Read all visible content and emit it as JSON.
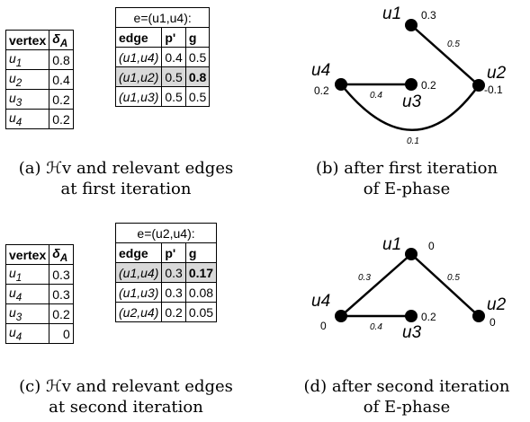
{
  "panel_a": {
    "vertex_table": {
      "headers": [
        "vertex",
        "δ",
        "A"
      ],
      "rows": [
        {
          "vertex": "u",
          "sub": "1",
          "delta": "0.8"
        },
        {
          "vertex": "u",
          "sub": "2",
          "delta": "0.4"
        },
        {
          "vertex": "u",
          "sub": "3",
          "delta": "0.2"
        },
        {
          "vertex": "u",
          "sub": "4",
          "delta": "0.2"
        }
      ]
    },
    "edge_table": {
      "title": "e=(u1,u4):",
      "headers": [
        "edge",
        "p'",
        "g"
      ],
      "rows": [
        {
          "edge": "(u1,u4)",
          "p": "0.4",
          "g": "0.5",
          "highlight": false
        },
        {
          "edge": "(u1,u2)",
          "p": "0.5",
          "g": "0.8",
          "highlight": true
        },
        {
          "edge": "(u1,u3)",
          "p": "0.5",
          "g": "0.5",
          "highlight": false
        }
      ]
    },
    "caption_line1": "(a) ℋv and relevant edges",
    "caption_line2": "at first iteration"
  },
  "panel_b": {
    "nodes": [
      {
        "label": "u1",
        "value": "0.3"
      },
      {
        "label": "u2",
        "value": "-0.1"
      },
      {
        "label": "u3",
        "value": "0.2"
      },
      {
        "label": "u4",
        "value": "0.2"
      }
    ],
    "edges": [
      {
        "from": "u1",
        "to": "u2",
        "weight": "0.5"
      },
      {
        "from": "u4",
        "to": "u3",
        "weight": "0.4"
      },
      {
        "from": "u4",
        "to": "u2",
        "weight": "0.1"
      }
    ],
    "caption_line1": "(b) after first iteration",
    "caption_line2": "of E-phase"
  },
  "panel_c": {
    "vertex_table": {
      "headers": [
        "vertex",
        "δ",
        "A"
      ],
      "rows": [
        {
          "vertex": "u",
          "sub": "1",
          "delta": "0.3"
        },
        {
          "vertex": "u",
          "sub": "4",
          "delta": "0.3"
        },
        {
          "vertex": "u",
          "sub": "3",
          "delta": "0.2"
        },
        {
          "vertex": "u",
          "sub": "4",
          "delta": "0"
        }
      ]
    },
    "edge_table": {
      "title": "e=(u2,u4):",
      "headers": [
        "edge",
        "p'",
        "g"
      ],
      "rows": [
        {
          "edge": "(u1,u4)",
          "p": "0.3",
          "g": "0.17",
          "highlight": true
        },
        {
          "edge": "(u1,u3)",
          "p": "0.3",
          "g": "0.08",
          "highlight": false
        },
        {
          "edge": "(u2,u4)",
          "p": "0.2",
          "g": "0.05",
          "highlight": false
        }
      ]
    },
    "caption_line1": "(c) ℋv and relevant edges",
    "caption_line2": "at second iteration"
  },
  "panel_d": {
    "nodes": [
      {
        "label": "u1",
        "value": "0"
      },
      {
        "label": "u2",
        "value": "0"
      },
      {
        "label": "u3",
        "value": "0.2"
      },
      {
        "label": "u4",
        "value": "0"
      }
    ],
    "edges": [
      {
        "from": "u1",
        "to": "u4",
        "weight": "0.3"
      },
      {
        "from": "u1",
        "to": "u2",
        "weight": "0.5"
      },
      {
        "from": "u4",
        "to": "u3",
        "weight": "0.4"
      }
    ],
    "caption_line1": "(d) after second iteration",
    "caption_line2": "of E-phase"
  }
}
